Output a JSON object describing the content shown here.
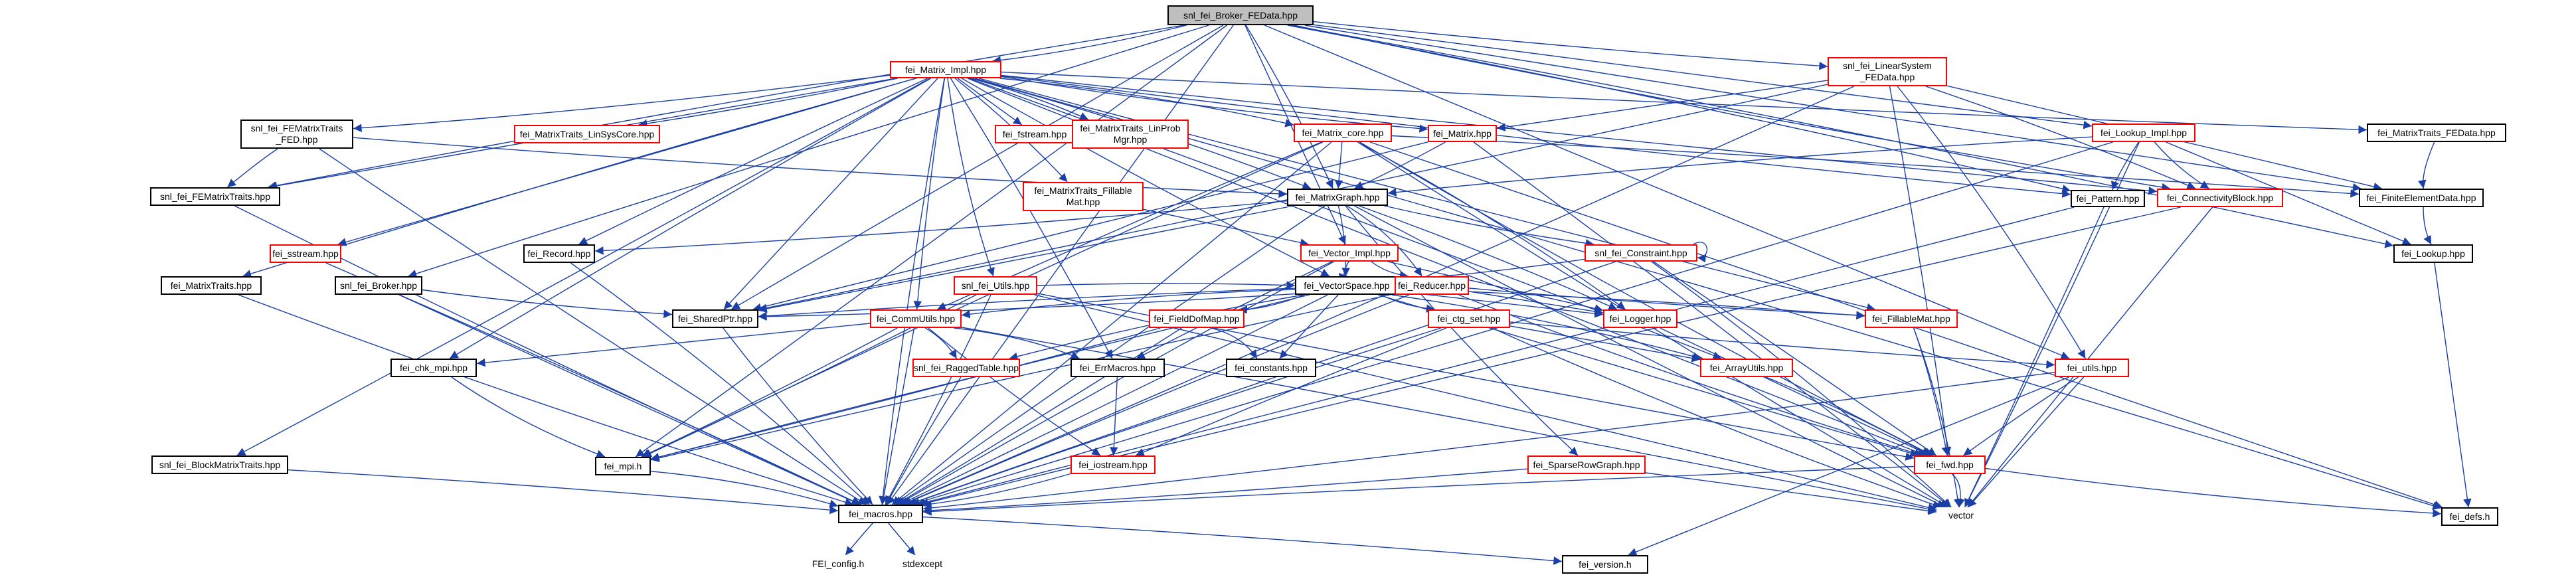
{
  "diagram": {
    "title": "snl_fei_Broker_FEData.hpp",
    "nodes": [
      {
        "id": "root",
        "label": "snl_fei_Broker_FEData.hpp",
        "style": "root"
      },
      {
        "id": "matrix_impl",
        "label": "fei_Matrix_Impl.hpp",
        "style": "red"
      },
      {
        "id": "ls_fedata",
        "label": "snl_fei_LinearSystem\n_FEData.hpp",
        "style": "red"
      },
      {
        "id": "femt_fed",
        "label": "snl_fei_FEMatrixTraits\n_FED.hpp",
        "style": "black"
      },
      {
        "id": "mt_lsc",
        "label": "fei_MatrixTraits_LinSysCore.hpp",
        "style": "red"
      },
      {
        "id": "fstream",
        "label": "fei_fstream.hpp",
        "style": "red"
      },
      {
        "id": "mt_lpm",
        "label": "fei_MatrixTraits_LinProb\nMgr.hpp",
        "style": "red"
      },
      {
        "id": "matrix_core",
        "label": "fei_Matrix_core.hpp",
        "style": "red"
      },
      {
        "id": "matrix",
        "label": "fei_Matrix.hpp",
        "style": "red"
      },
      {
        "id": "lookup_impl",
        "label": "fei_Lookup_Impl.hpp",
        "style": "red"
      },
      {
        "id": "mt_fedata",
        "label": "fei_MatrixTraits_FEData.hpp",
        "style": "black"
      },
      {
        "id": "femt",
        "label": "snl_fei_FEMatrixTraits.hpp",
        "style": "black"
      },
      {
        "id": "mt_fillable",
        "label": "fei_MatrixTraits_Fillable\nMat.hpp",
        "style": "red"
      },
      {
        "id": "matrixgraph",
        "label": "fei_MatrixGraph.hpp",
        "style": "black"
      },
      {
        "id": "pattern",
        "label": "fei_Pattern.hpp",
        "style": "black"
      },
      {
        "id": "connblock",
        "label": "fei_ConnectivityBlock.hpp",
        "style": "red"
      },
      {
        "id": "fedata",
        "label": "fei_FiniteElementData.hpp",
        "style": "black"
      },
      {
        "id": "sstream",
        "label": "fei_sstream.hpp",
        "style": "red"
      },
      {
        "id": "record",
        "label": "fei_Record.hpp",
        "style": "black"
      },
      {
        "id": "vector_impl",
        "label": "fei_Vector_Impl.hpp",
        "style": "red"
      },
      {
        "id": "constraint",
        "label": "snl_fei_Constraint.hpp",
        "style": "red"
      },
      {
        "id": "lookup",
        "label": "fei_Lookup.hpp",
        "style": "black"
      },
      {
        "id": "matrixtraits",
        "label": "fei_MatrixTraits.hpp",
        "style": "black"
      },
      {
        "id": "broker",
        "label": "snl_fei_Broker.hpp",
        "style": "black"
      },
      {
        "id": "utils_snl",
        "label": "snl_fei_Utils.hpp",
        "style": "red"
      },
      {
        "id": "vectorspace",
        "label": "fei_VectorSpace.hpp",
        "style": "black"
      },
      {
        "id": "reducer",
        "label": "fei_Reducer.hpp",
        "style": "red"
      },
      {
        "id": "sharedptr",
        "label": "fei_SharedPtr.hpp",
        "style": "black"
      },
      {
        "id": "commutils",
        "label": "fei_CommUtils.hpp",
        "style": "red"
      },
      {
        "id": "fielddofmap",
        "label": "fei_FieldDofMap.hpp",
        "style": "red"
      },
      {
        "id": "ctg_set",
        "label": "fei_ctg_set.hpp",
        "style": "red"
      },
      {
        "id": "logger",
        "label": "fei_Logger.hpp",
        "style": "red"
      },
      {
        "id": "fillablemat",
        "label": "fei_FillableMat.hpp",
        "style": "red"
      },
      {
        "id": "chk_mpi",
        "label": "fei_chk_mpi.hpp",
        "style": "black"
      },
      {
        "id": "raggedtable",
        "label": "snl_fei_RaggedTable.hpp",
        "style": "red"
      },
      {
        "id": "errmacros",
        "label": "fei_ErrMacros.hpp",
        "style": "black"
      },
      {
        "id": "constants",
        "label": "fei_constants.hpp",
        "style": "black"
      },
      {
        "id": "arrayutils",
        "label": "fei_ArrayUtils.hpp",
        "style": "red"
      },
      {
        "id": "utils",
        "label": "fei_utils.hpp",
        "style": "red"
      },
      {
        "id": "blockmt",
        "label": "snl_fei_BlockMatrixTraits.hpp",
        "style": "black"
      },
      {
        "id": "mpi",
        "label": "fei_mpi.h",
        "style": "black"
      },
      {
        "id": "iostream",
        "label": "fei_iostream.hpp",
        "style": "red"
      },
      {
        "id": "sparserowgraph",
        "label": "fei_SparseRowGraph.hpp",
        "style": "red"
      },
      {
        "id": "fwd",
        "label": "fei_fwd.hpp",
        "style": "red"
      },
      {
        "id": "macros",
        "label": "fei_macros.hpp",
        "style": "black"
      },
      {
        "id": "vector",
        "label": "vector",
        "style": "ghost"
      },
      {
        "id": "defs",
        "label": "fei_defs.h",
        "style": "black"
      },
      {
        "id": "fei_config",
        "label": "FEI_config.h",
        "style": "ghost"
      },
      {
        "id": "stdexcept",
        "label": "stdexcept",
        "style": "ghost"
      },
      {
        "id": "version",
        "label": "fei_version.h",
        "style": "black"
      }
    ],
    "edges": [
      [
        "root",
        "matrix_impl"
      ],
      [
        "root",
        "ls_fedata"
      ],
      [
        "root",
        "lookup_impl"
      ],
      [
        "root",
        "matrixgraph"
      ],
      [
        "root",
        "pattern"
      ],
      [
        "root",
        "connblock"
      ],
      [
        "root",
        "fedata"
      ],
      [
        "root",
        "vector_impl"
      ],
      [
        "root",
        "broker"
      ],
      [
        "root",
        "femt"
      ],
      [
        "root",
        "mpi"
      ],
      [
        "root",
        "macros"
      ],
      [
        "root",
        "utils"
      ],
      [
        "root",
        "sharedptr"
      ],
      [
        "root",
        "lookup"
      ],
      [
        "matrix_impl",
        "femt_fed"
      ],
      [
        "matrix_impl",
        "mt_lsc"
      ],
      [
        "matrix_impl",
        "fstream"
      ],
      [
        "matrix_impl",
        "mt_lpm"
      ],
      [
        "matrix_impl",
        "matrix_core"
      ],
      [
        "matrix_impl",
        "matrix"
      ],
      [
        "matrix_impl",
        "mt_fedata"
      ],
      [
        "matrix_impl",
        "femt"
      ],
      [
        "matrix_impl",
        "mt_fillable"
      ],
      [
        "matrix_impl",
        "matrixgraph"
      ],
      [
        "matrix_impl",
        "pattern"
      ],
      [
        "matrix_impl",
        "connblock"
      ],
      [
        "matrix_impl",
        "sstream"
      ],
      [
        "matrix_impl",
        "record"
      ],
      [
        "matrix_impl",
        "matrixtraits"
      ],
      [
        "matrix_impl",
        "utils_snl"
      ],
      [
        "matrix_impl",
        "vectorspace"
      ],
      [
        "matrix_impl",
        "sharedptr"
      ],
      [
        "matrix_impl",
        "errmacros"
      ],
      [
        "matrix_impl",
        "chk_mpi"
      ],
      [
        "matrix_impl",
        "blockmt"
      ],
      [
        "matrix_impl",
        "fillablemat"
      ],
      [
        "matrix_impl",
        "fwd"
      ],
      [
        "matrix_impl",
        "arrayutils"
      ],
      [
        "matrix_impl",
        "defs"
      ],
      [
        "matrix_impl",
        "macros"
      ],
      [
        "matrix_impl",
        "commutils"
      ],
      [
        "ls_fedata",
        "matrix"
      ],
      [
        "ls_fedata",
        "fwd"
      ],
      [
        "ls_fedata",
        "utils"
      ],
      [
        "ls_fedata",
        "macros"
      ],
      [
        "ls_fedata",
        "sharedptr"
      ],
      [
        "ls_fedata",
        "fedata"
      ],
      [
        "ls_fedata",
        "connblock"
      ],
      [
        "femt_fed",
        "femt"
      ],
      [
        "femt_fed",
        "matrixgraph"
      ],
      [
        "femt_fed",
        "macros"
      ],
      [
        "matrix_core",
        "matrixgraph"
      ],
      [
        "matrix_core",
        "commutils"
      ],
      [
        "matrix_core",
        "logger"
      ],
      [
        "matrix_core",
        "fwd"
      ],
      [
        "matrix_core",
        "vector"
      ],
      [
        "matrix_core",
        "defs"
      ],
      [
        "matrix_core",
        "fedata"
      ],
      [
        "matrix_core",
        "mpi"
      ],
      [
        "matrix_core",
        "macros"
      ],
      [
        "matrix",
        "matrixgraph"
      ],
      [
        "matrix",
        "sharedptr"
      ],
      [
        "matrix",
        "vector"
      ],
      [
        "lookup_impl",
        "matrixgraph"
      ],
      [
        "lookup_impl",
        "pattern"
      ],
      [
        "lookup_impl",
        "connblock"
      ],
      [
        "lookup_impl",
        "lookup"
      ],
      [
        "lookup_impl",
        "macros"
      ],
      [
        "lookup_impl",
        "vector"
      ],
      [
        "mt_fedata",
        "fedata"
      ],
      [
        "femt",
        "macros"
      ],
      [
        "mt_fillable",
        "vector_impl"
      ],
      [
        "matrixgraph",
        "vectorspace"
      ],
      [
        "matrixgraph",
        "reducer"
      ],
      [
        "matrixgraph",
        "record"
      ],
      [
        "matrixgraph",
        "constraint"
      ],
      [
        "matrixgraph",
        "sharedptr"
      ],
      [
        "matrixgraph",
        "logger"
      ],
      [
        "matrixgraph",
        "macros"
      ],
      [
        "matrixgraph",
        "sparserowgraph"
      ],
      [
        "matrixgraph",
        "vector"
      ],
      [
        "pattern",
        "macros"
      ],
      [
        "pattern",
        "vector"
      ],
      [
        "connblock",
        "macros"
      ],
      [
        "connblock",
        "vector"
      ],
      [
        "fedata",
        "lookup"
      ],
      [
        "lookup",
        "defs"
      ],
      [
        "sstream",
        "macros"
      ],
      [
        "record",
        "macros"
      ],
      [
        "vector_impl",
        "vectorspace"
      ],
      [
        "vector_impl",
        "reducer"
      ],
      [
        "vector_impl",
        "logger"
      ],
      [
        "vector_impl",
        "errmacros"
      ],
      [
        "vector_impl",
        "macros"
      ],
      [
        "constraint",
        "constraint"
      ],
      [
        "constraint",
        "vectorspace"
      ],
      [
        "constraint",
        "fwd"
      ],
      [
        "constraint",
        "macros"
      ],
      [
        "constraint",
        "vector"
      ],
      [
        "matrixtraits",
        "macros"
      ],
      [
        "broker",
        "sharedptr"
      ],
      [
        "broker",
        "macros"
      ],
      [
        "utils_snl",
        "vectorspace"
      ],
      [
        "utils_snl",
        "macros"
      ],
      [
        "utils_snl",
        "mpi"
      ],
      [
        "utils_snl",
        "fwd"
      ],
      [
        "utils_snl",
        "vector"
      ],
      [
        "vectorspace",
        "sharedptr"
      ],
      [
        "vectorspace",
        "commutils"
      ],
      [
        "vectorspace",
        "fielddofmap"
      ],
      [
        "vectorspace",
        "ctg_set"
      ],
      [
        "vectorspace",
        "logger"
      ],
      [
        "vectorspace",
        "fillablemat"
      ],
      [
        "vectorspace",
        "raggedtable"
      ],
      [
        "vectorspace",
        "constants"
      ],
      [
        "vectorspace",
        "macros"
      ],
      [
        "vectorspace",
        "fwd"
      ],
      [
        "vectorspace",
        "mpi"
      ],
      [
        "vectorspace",
        "arrayutils"
      ],
      [
        "reducer",
        "sharedptr"
      ],
      [
        "reducer",
        "fillablemat"
      ],
      [
        "reducer",
        "logger"
      ],
      [
        "reducer",
        "mpi"
      ],
      [
        "reducer",
        "macros"
      ],
      [
        "reducer",
        "fwd"
      ],
      [
        "sharedptr",
        "macros"
      ],
      [
        "commutils",
        "chk_mpi"
      ],
      [
        "commutils",
        "raggedtable"
      ],
      [
        "commutils",
        "errmacros"
      ],
      [
        "commutils",
        "mpi"
      ],
      [
        "commutils",
        "iostream"
      ],
      [
        "commutils",
        "macros"
      ],
      [
        "commutils",
        "vector"
      ],
      [
        "fielddofmap",
        "constants"
      ],
      [
        "fielddofmap",
        "macros"
      ],
      [
        "fielddofmap",
        "mpi"
      ],
      [
        "ctg_set",
        "arrayutils"
      ],
      [
        "ctg_set",
        "iostream"
      ],
      [
        "ctg_set",
        "macros"
      ],
      [
        "ctg_set",
        "vector"
      ],
      [
        "ctg_set",
        "utils"
      ],
      [
        "logger",
        "fwd"
      ],
      [
        "fillablemat",
        "fwd"
      ],
      [
        "fillablemat",
        "vector"
      ],
      [
        "chk_mpi",
        "mpi"
      ],
      [
        "raggedtable",
        "macros"
      ],
      [
        "errmacros",
        "iostream"
      ],
      [
        "arrayutils",
        "fwd"
      ],
      [
        "utils",
        "fwd"
      ],
      [
        "utils",
        "macros"
      ],
      [
        "utils",
        "vector"
      ],
      [
        "utils",
        "version"
      ],
      [
        "blockmt",
        "macros"
      ],
      [
        "mpi",
        "macros"
      ],
      [
        "iostream",
        "macros"
      ],
      [
        "sparserowgraph",
        "macros"
      ],
      [
        "sparserowgraph",
        "vector"
      ],
      [
        "fwd",
        "macros"
      ],
      [
        "fwd",
        "vector"
      ],
      [
        "fwd",
        "defs"
      ],
      [
        "macros",
        "fei_config"
      ],
      [
        "macros",
        "stdexcept"
      ],
      [
        "macros",
        "version"
      ]
    ]
  }
}
